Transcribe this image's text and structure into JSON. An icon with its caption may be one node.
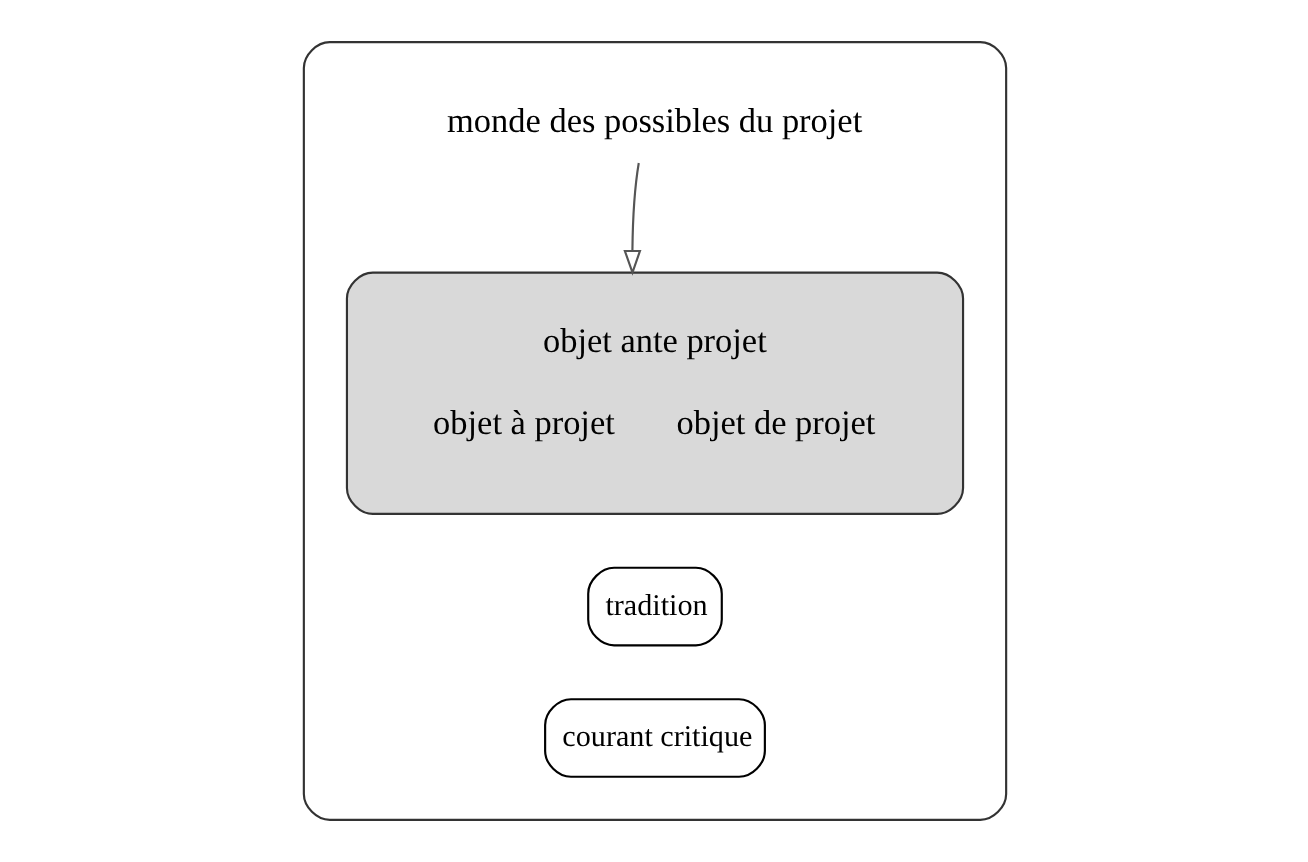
{
  "diagram": {
    "nodes": [
      {
        "text": [],
        "shape": "box"
      },
      {
        "text": [
          "monde des possibles du projet"
        ],
        "in": 0
      },
      {
        "text": [
          "objet ante projet",
          "objet à projet",
          "objet de projet"
        ],
        "in": 0
      },
      {
        "text": [
          "tradition"
        ],
        "in": 0
      },
      {
        "text": [
          "courant critique"
        ],
        "in": 0
      }
    ],
    "edges": [
      {
        "from": 1,
        "to": 2,
        "arrow": "to"
      }
    ]
  }
}
